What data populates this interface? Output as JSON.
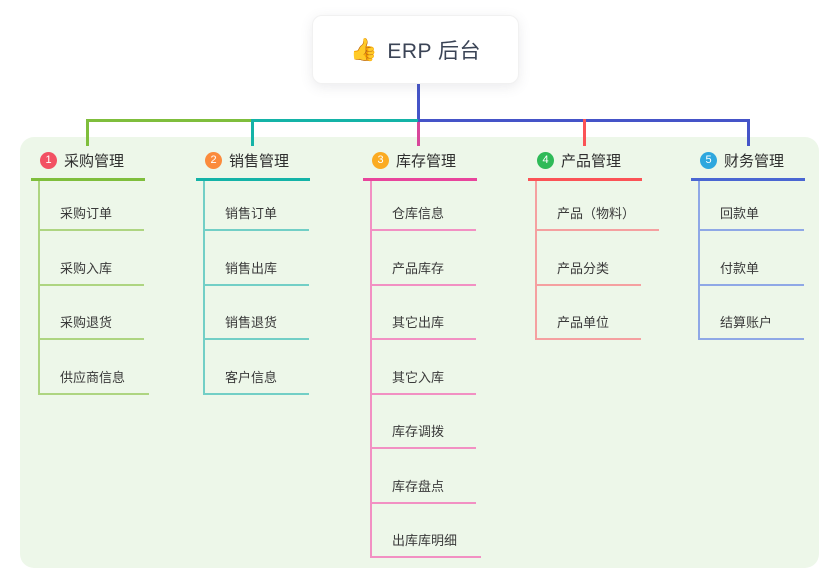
{
  "root": {
    "emoji": "👍",
    "label": "ERP 后台"
  },
  "connector": {
    "root_line": "#4554c8",
    "green": "#7fbe3c",
    "teal": "#14b3a7",
    "blue": "#4554c8",
    "pink": "#d8479b",
    "red": "#fb5356"
  },
  "panel_background": "#edf7e9",
  "branches": [
    {
      "num": "1",
      "label": "采购管理",
      "badge_color": "#f25163",
      "line_color": "#7fbe3c",
      "sub_line_color": "#aed581",
      "children": [
        "采购订单",
        "采购入库",
        "采购退货",
        "供应商信息"
      ]
    },
    {
      "num": "2",
      "label": "销售管理",
      "badge_color": "#fb8b3c",
      "line_color": "#14b3a7",
      "sub_line_color": "#72cfc6",
      "children": [
        "销售订单",
        "销售出库",
        "销售退货",
        "客户信息"
      ]
    },
    {
      "num": "3",
      "label": "库存管理",
      "badge_color": "#fbab22",
      "line_color": "#e8459c",
      "sub_line_color": "#f290c3",
      "children": [
        "仓库信息",
        "产品库存",
        "其它出库",
        "其它入库",
        "库存调拨",
        "库存盘点",
        "出库库明细"
      ]
    },
    {
      "num": "4",
      "label": "产品管理",
      "badge_color": "#2fba58",
      "line_color": "#fb5356",
      "sub_line_color": "#f5a0a0",
      "children": [
        "产品（物料）",
        "产品分类",
        "产品单位"
      ]
    },
    {
      "num": "5",
      "label": "财务管理",
      "badge_color": "#2ea7de",
      "line_color": "#4a66d2",
      "sub_line_color": "#8fa8e6",
      "children": [
        "回款单",
        "付款单",
        "结算账户"
      ]
    }
  ]
}
